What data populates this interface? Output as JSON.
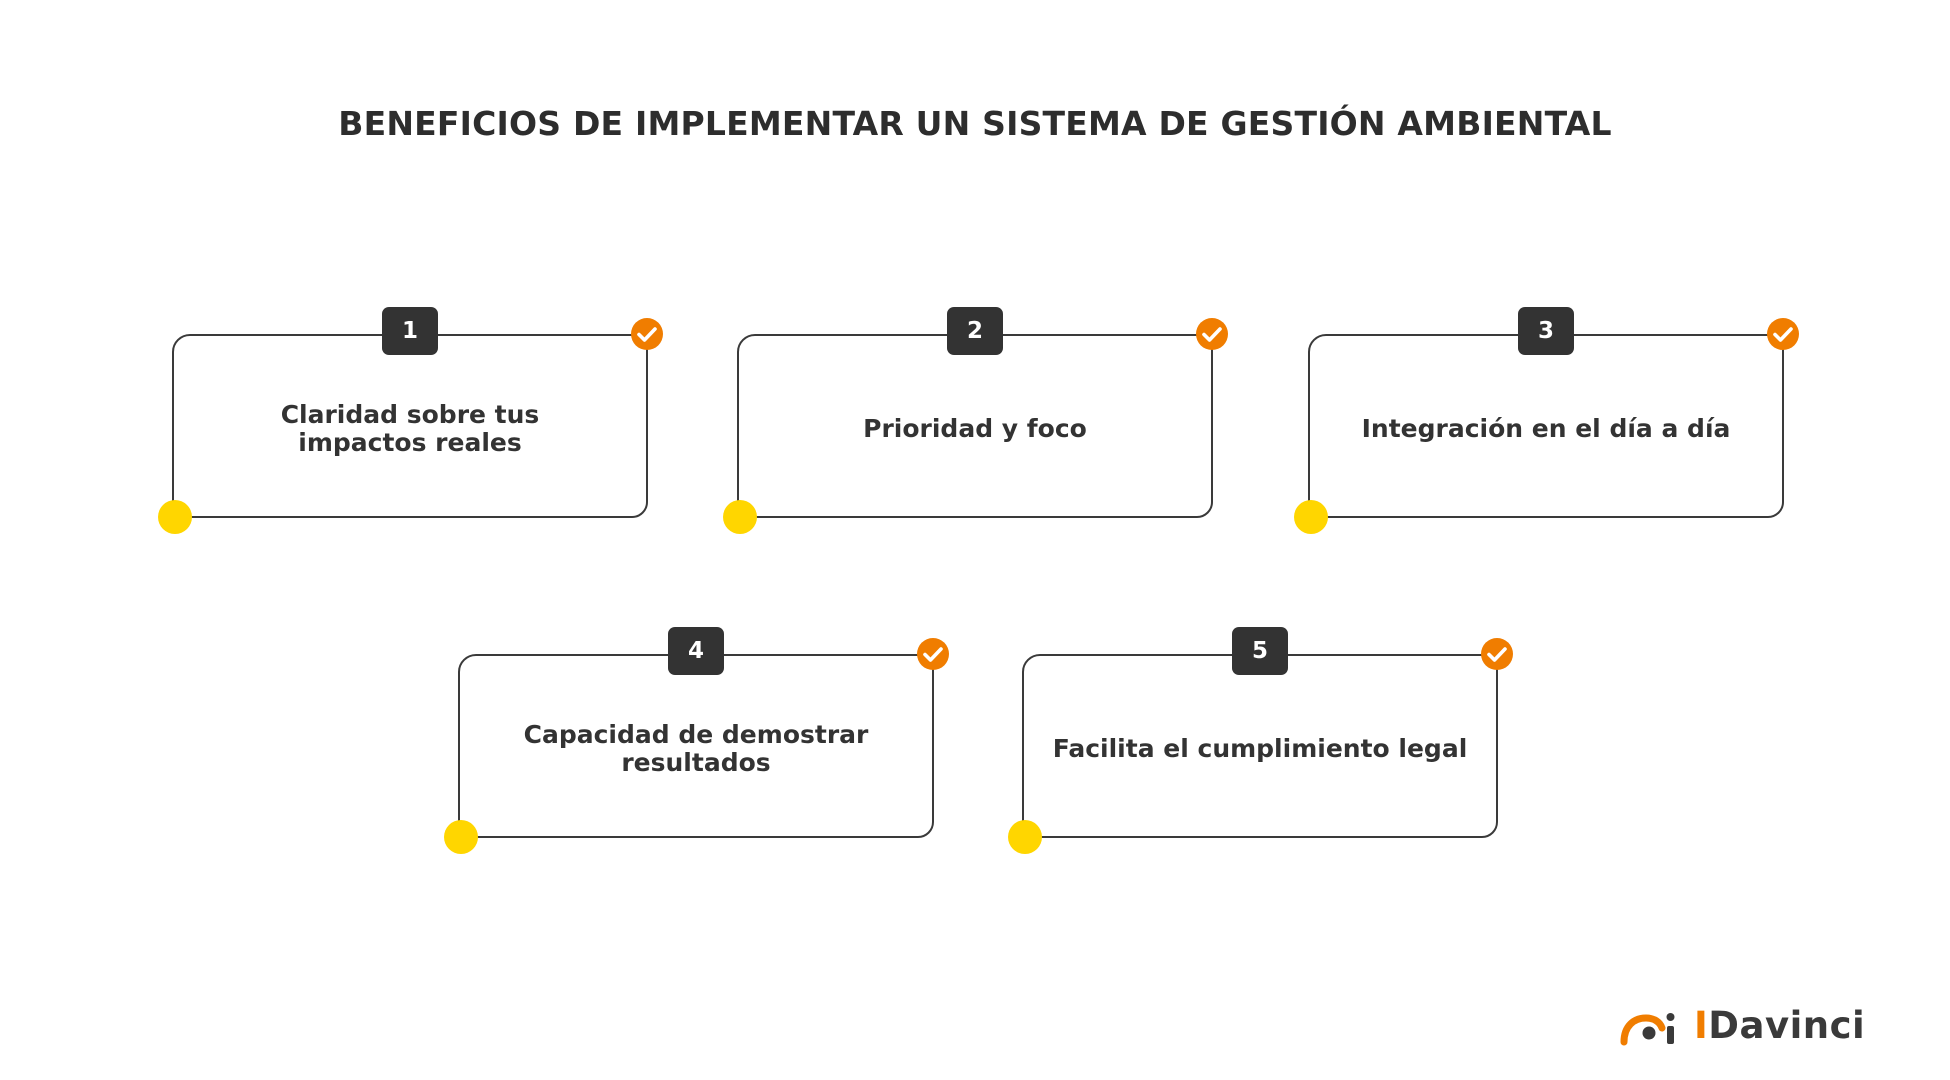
{
  "title": "BENEFICIOS DE IMPLEMENTAR UN SISTEMA DE GESTIÓN AMBIENTAL",
  "colors": {
    "badge": "#333333",
    "check": "#f07d00",
    "dot": "#ffd600",
    "border": "#3a3a3a"
  },
  "cards": [
    {
      "number": "1",
      "text": "Claridad sobre tus impactos reales"
    },
    {
      "number": "2",
      "text": "Prioridad y foco"
    },
    {
      "number": "3",
      "text": "Integración en el día a día"
    },
    {
      "number": "4",
      "text": "Capacidad de demostrar resultados"
    },
    {
      "number": "5",
      "text": "Facilita el cumplimiento legal"
    }
  ],
  "logo": {
    "accent": "I",
    "rest": "Davinci"
  }
}
